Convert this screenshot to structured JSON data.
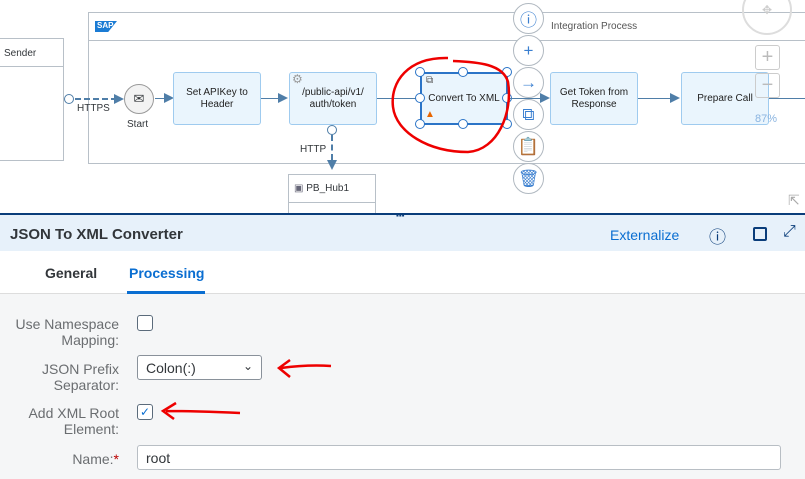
{
  "diagram": {
    "sender": "Sender",
    "process_title": "Integration Process",
    "https": "HTTPS",
    "http": "HTTP",
    "start": "Start",
    "steps": [
      "Set APIKey to Header",
      "/public-api/v1/ auth/token",
      "Convert To XML",
      "Get Token from Response",
      "Prepare Call"
    ],
    "receiver": "PB_Hub1",
    "zoom": "87%",
    "logo": "SAP"
  },
  "panel": {
    "title": "JSON To XML Converter",
    "externalize": "Externalize",
    "tabs": [
      "General",
      "Processing"
    ],
    "active_tab": "Processing",
    "fields": {
      "namespace_label": "Use Namespace Mapping:",
      "namespace_checked": false,
      "prefix_label": "JSON Prefix Separator:",
      "prefix_value": "Colon(:)",
      "root_label": "Add XML Root Element:",
      "root_checked": true,
      "name_label": "Name:",
      "name_required": "*",
      "name_value": "root"
    }
  }
}
